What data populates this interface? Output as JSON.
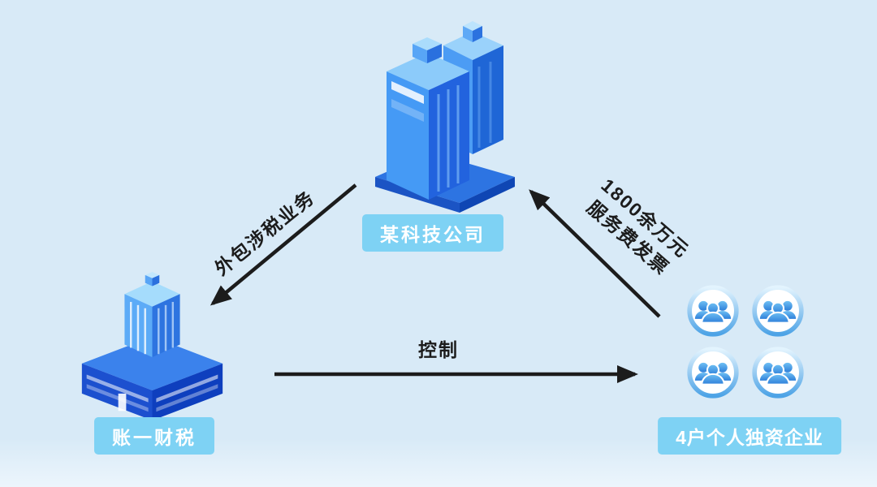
{
  "diagram": {
    "nodes": {
      "tech_company": {
        "label": "某科技公司",
        "icon": "office-building-icon"
      },
      "finance_firm": {
        "label": "账一财税",
        "icon": "office-building-icon"
      },
      "sole_proprietorships": {
        "label": "4户个人独资企业",
        "icon": "people-group-icon",
        "icon_count": 4
      }
    },
    "edges": {
      "outsource": {
        "from": "某科技公司",
        "to": "账一财税",
        "label": "外包涉税业务"
      },
      "control": {
        "from": "账一财税",
        "to": "4户个人独资企业",
        "label": "控制"
      },
      "invoices": {
        "from": "4户个人独资企业",
        "to": "某科技公司",
        "label_line1": "1800余万元",
        "label_line2": "服务费发票"
      }
    },
    "colors": {
      "background": "#d8eaf7",
      "label_background": "#7ed2f4",
      "label_text": "#ffffff",
      "arrow": "#1c1c1c"
    }
  }
}
